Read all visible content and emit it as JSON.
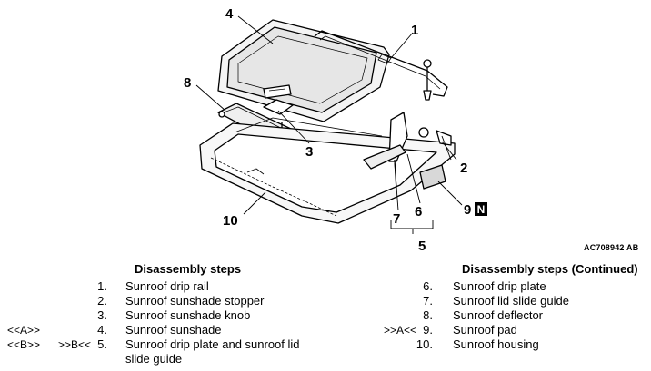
{
  "figure": {
    "id": "AC708942 AB",
    "callouts": [
      "1",
      "2",
      "3",
      "4",
      "5",
      "6",
      "7",
      "8",
      "9",
      "10"
    ],
    "new_part_marker": "N"
  },
  "steps_left": {
    "heading": "Disassembly steps",
    "items": [
      {
        "num": "1.",
        "text": "Sunroof drip rail",
        "marks": []
      },
      {
        "num": "2.",
        "text": "Sunroof sunshade stopper",
        "marks": []
      },
      {
        "num": "3.",
        "text": "Sunroof sunshade knob",
        "marks": []
      },
      {
        "num": "4.",
        "text": "Sunroof sunshade",
        "marks": [
          "<<A>>"
        ]
      },
      {
        "num": "5.",
        "text": "Sunroof drip plate and sunroof lid",
        "text2": "slide guide",
        "marks": [
          "<<B>>",
          ">>B<<"
        ]
      }
    ]
  },
  "steps_right": {
    "heading": "Disassembly steps (Continued)",
    "items": [
      {
        "num": "6.",
        "text": "Sunroof drip plate",
        "marks": []
      },
      {
        "num": "7.",
        "text": "Sunroof lid slide guide",
        "marks": []
      },
      {
        "num": "8.",
        "text": "Sunroof deflector",
        "marks": []
      },
      {
        "num": "9.",
        "text": "Sunroof pad",
        "marks": [
          ">>A<<"
        ]
      },
      {
        "num": "10.",
        "text": "Sunroof housing",
        "marks": []
      }
    ]
  }
}
